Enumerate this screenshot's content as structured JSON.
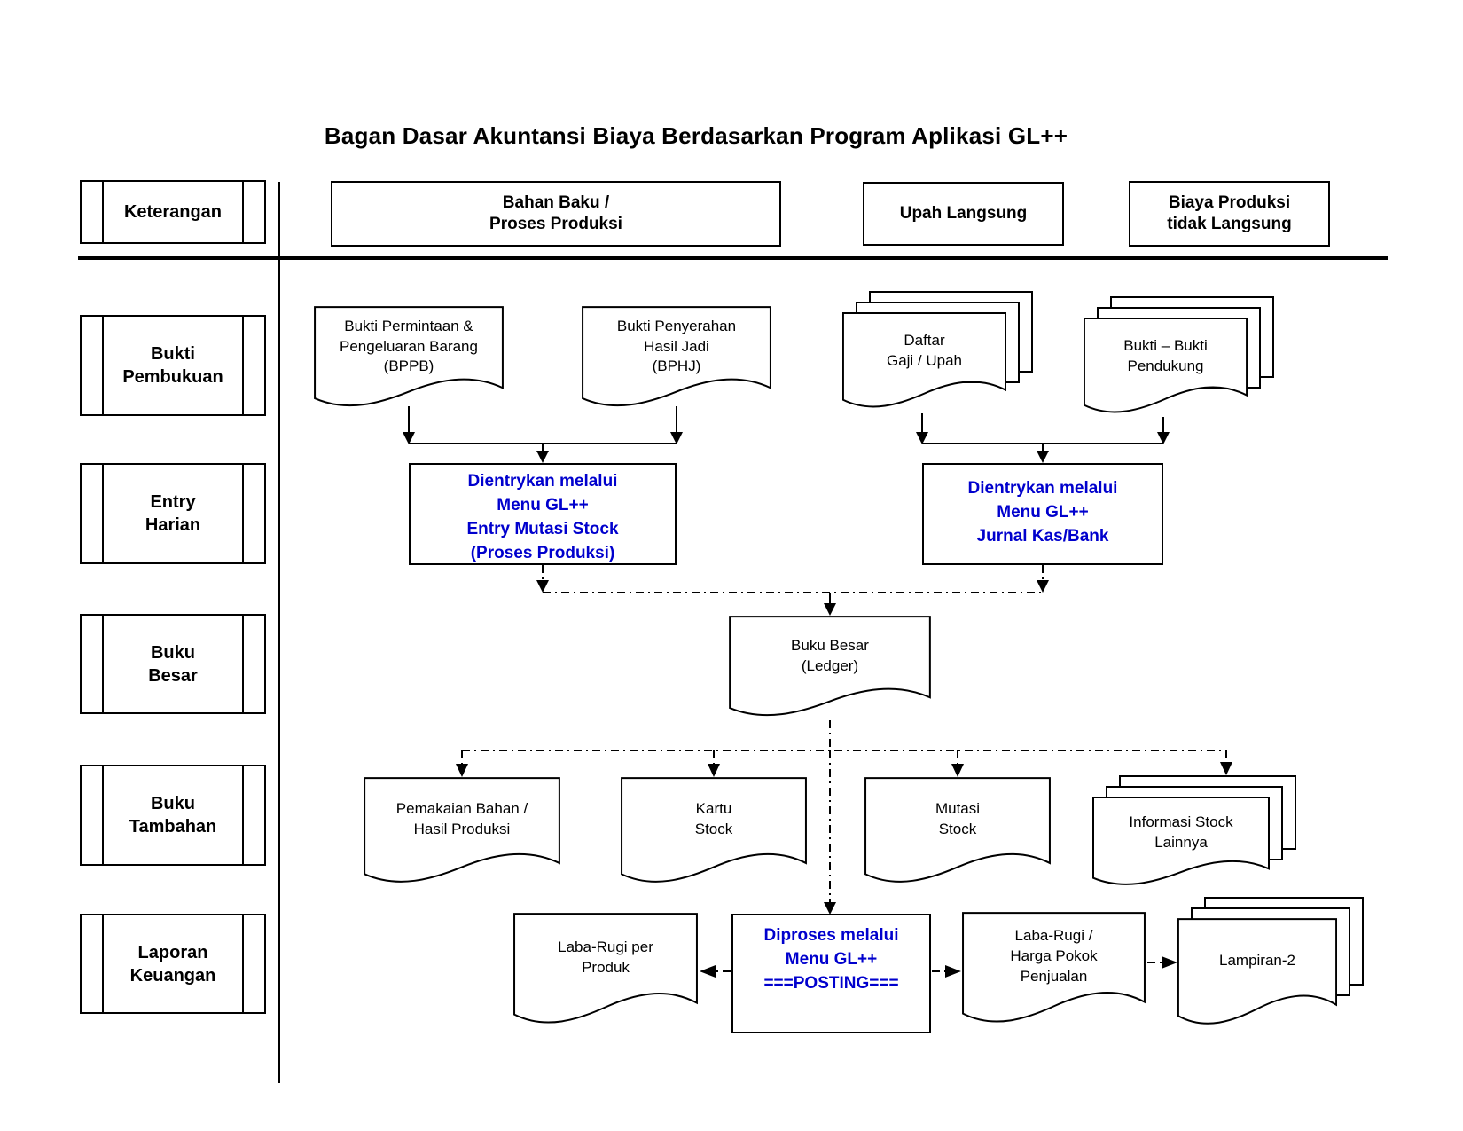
{
  "title": "Bagan Dasar Akuntansi Biaya Berdasarkan Program Aplikasi  GL++",
  "colors": {
    "line": "#000000",
    "accent_blue": "#0000CD",
    "background": "#ffffff"
  },
  "row_labels": [
    {
      "id": "keterangan",
      "label": "Keterangan"
    },
    {
      "id": "bukti-pembukuan",
      "label": "Bukti\nPembukuan"
    },
    {
      "id": "entry-harian",
      "label": "Entry\nHarian"
    },
    {
      "id": "buku-besar",
      "label": "Buku\nBesar"
    },
    {
      "id": "buku-tambahan",
      "label": "Buku\nTambahan"
    },
    {
      "id": "laporan-keuangan",
      "label": "Laporan\nKeuangan"
    }
  ],
  "column_headers": [
    {
      "id": "bahan-baku",
      "label": "Bahan Baku /\nProses Produksi"
    },
    {
      "id": "upah-langsung",
      "label": "Upah Langsung"
    },
    {
      "id": "biaya-produksi",
      "label": "Biaya Produksi\ntidak Langsung"
    }
  ],
  "documents": {
    "bppb": "Bukti Permintaan  &\nPengeluaran Barang\n(BPPB)",
    "bphj": "Bukti Penyerahan\nHasil Jadi\n(BPHJ)",
    "daftar_gaji": "Daftar\nGaji / Upah",
    "bukti_pendukung": "Bukti – Bukti\nPendukung",
    "buku_besar": "Buku Besar\n(Ledger)",
    "pemakaian_bahan": "Pemakaian Bahan /\nHasil Produksi",
    "kartu_stock": "Kartu\nStock",
    "mutasi_stock": "Mutasi\nStock",
    "informasi_stock": "Informasi Stock\nLainnya",
    "laba_rugi_per_produk": "Laba-Rugi per\nProduk",
    "laba_rugi_hpp": "Laba-Rugi /\nHarga Pokok\nPenjualan",
    "lampiran_2": "Lampiran-2"
  },
  "process_boxes": {
    "entry_mutasi_stock": "Dientrykan melalui\nMenu GL++\nEntry Mutasi Stock\n(Proses Produksi)",
    "jurnal_kas_bank": "Dientrykan melalui\nMenu GL++\nJurnal Kas/Bank",
    "posting": "Diproses melalui\nMenu GL++\n===POSTING==="
  }
}
